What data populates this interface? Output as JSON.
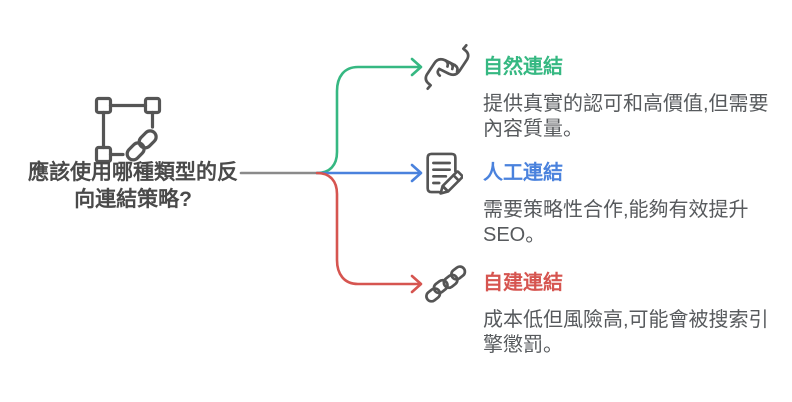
{
  "diagram": {
    "root": {
      "icon": "link-selection-icon",
      "label_line1": "應該使用哪種類型的反",
      "label_line2": "向連結策略?"
    },
    "branches": [
      {
        "icon": "handshake-icon",
        "title": "自然連結",
        "description": "提供真實的認可和高價值,但需要內容質量。",
        "color": "#36b882"
      },
      {
        "icon": "document-edit-icon",
        "title": "人工連結",
        "description": "需要策略性合作,能夠有效提升SEO。",
        "color": "#4a82dd"
      },
      {
        "icon": "chain-icon",
        "title": "自建連結",
        "description": "成本低但風險高,可能會被搜索引擎懲罰。",
        "color": "#d65550"
      }
    ]
  },
  "colors": {
    "root_text": "#4a4a4a",
    "description_text": "#575a5d",
    "icon_stroke": "#555555",
    "connector_gray": "#8a8a8a",
    "green": "#36b882",
    "blue": "#4a82dd",
    "red": "#d65550"
  }
}
